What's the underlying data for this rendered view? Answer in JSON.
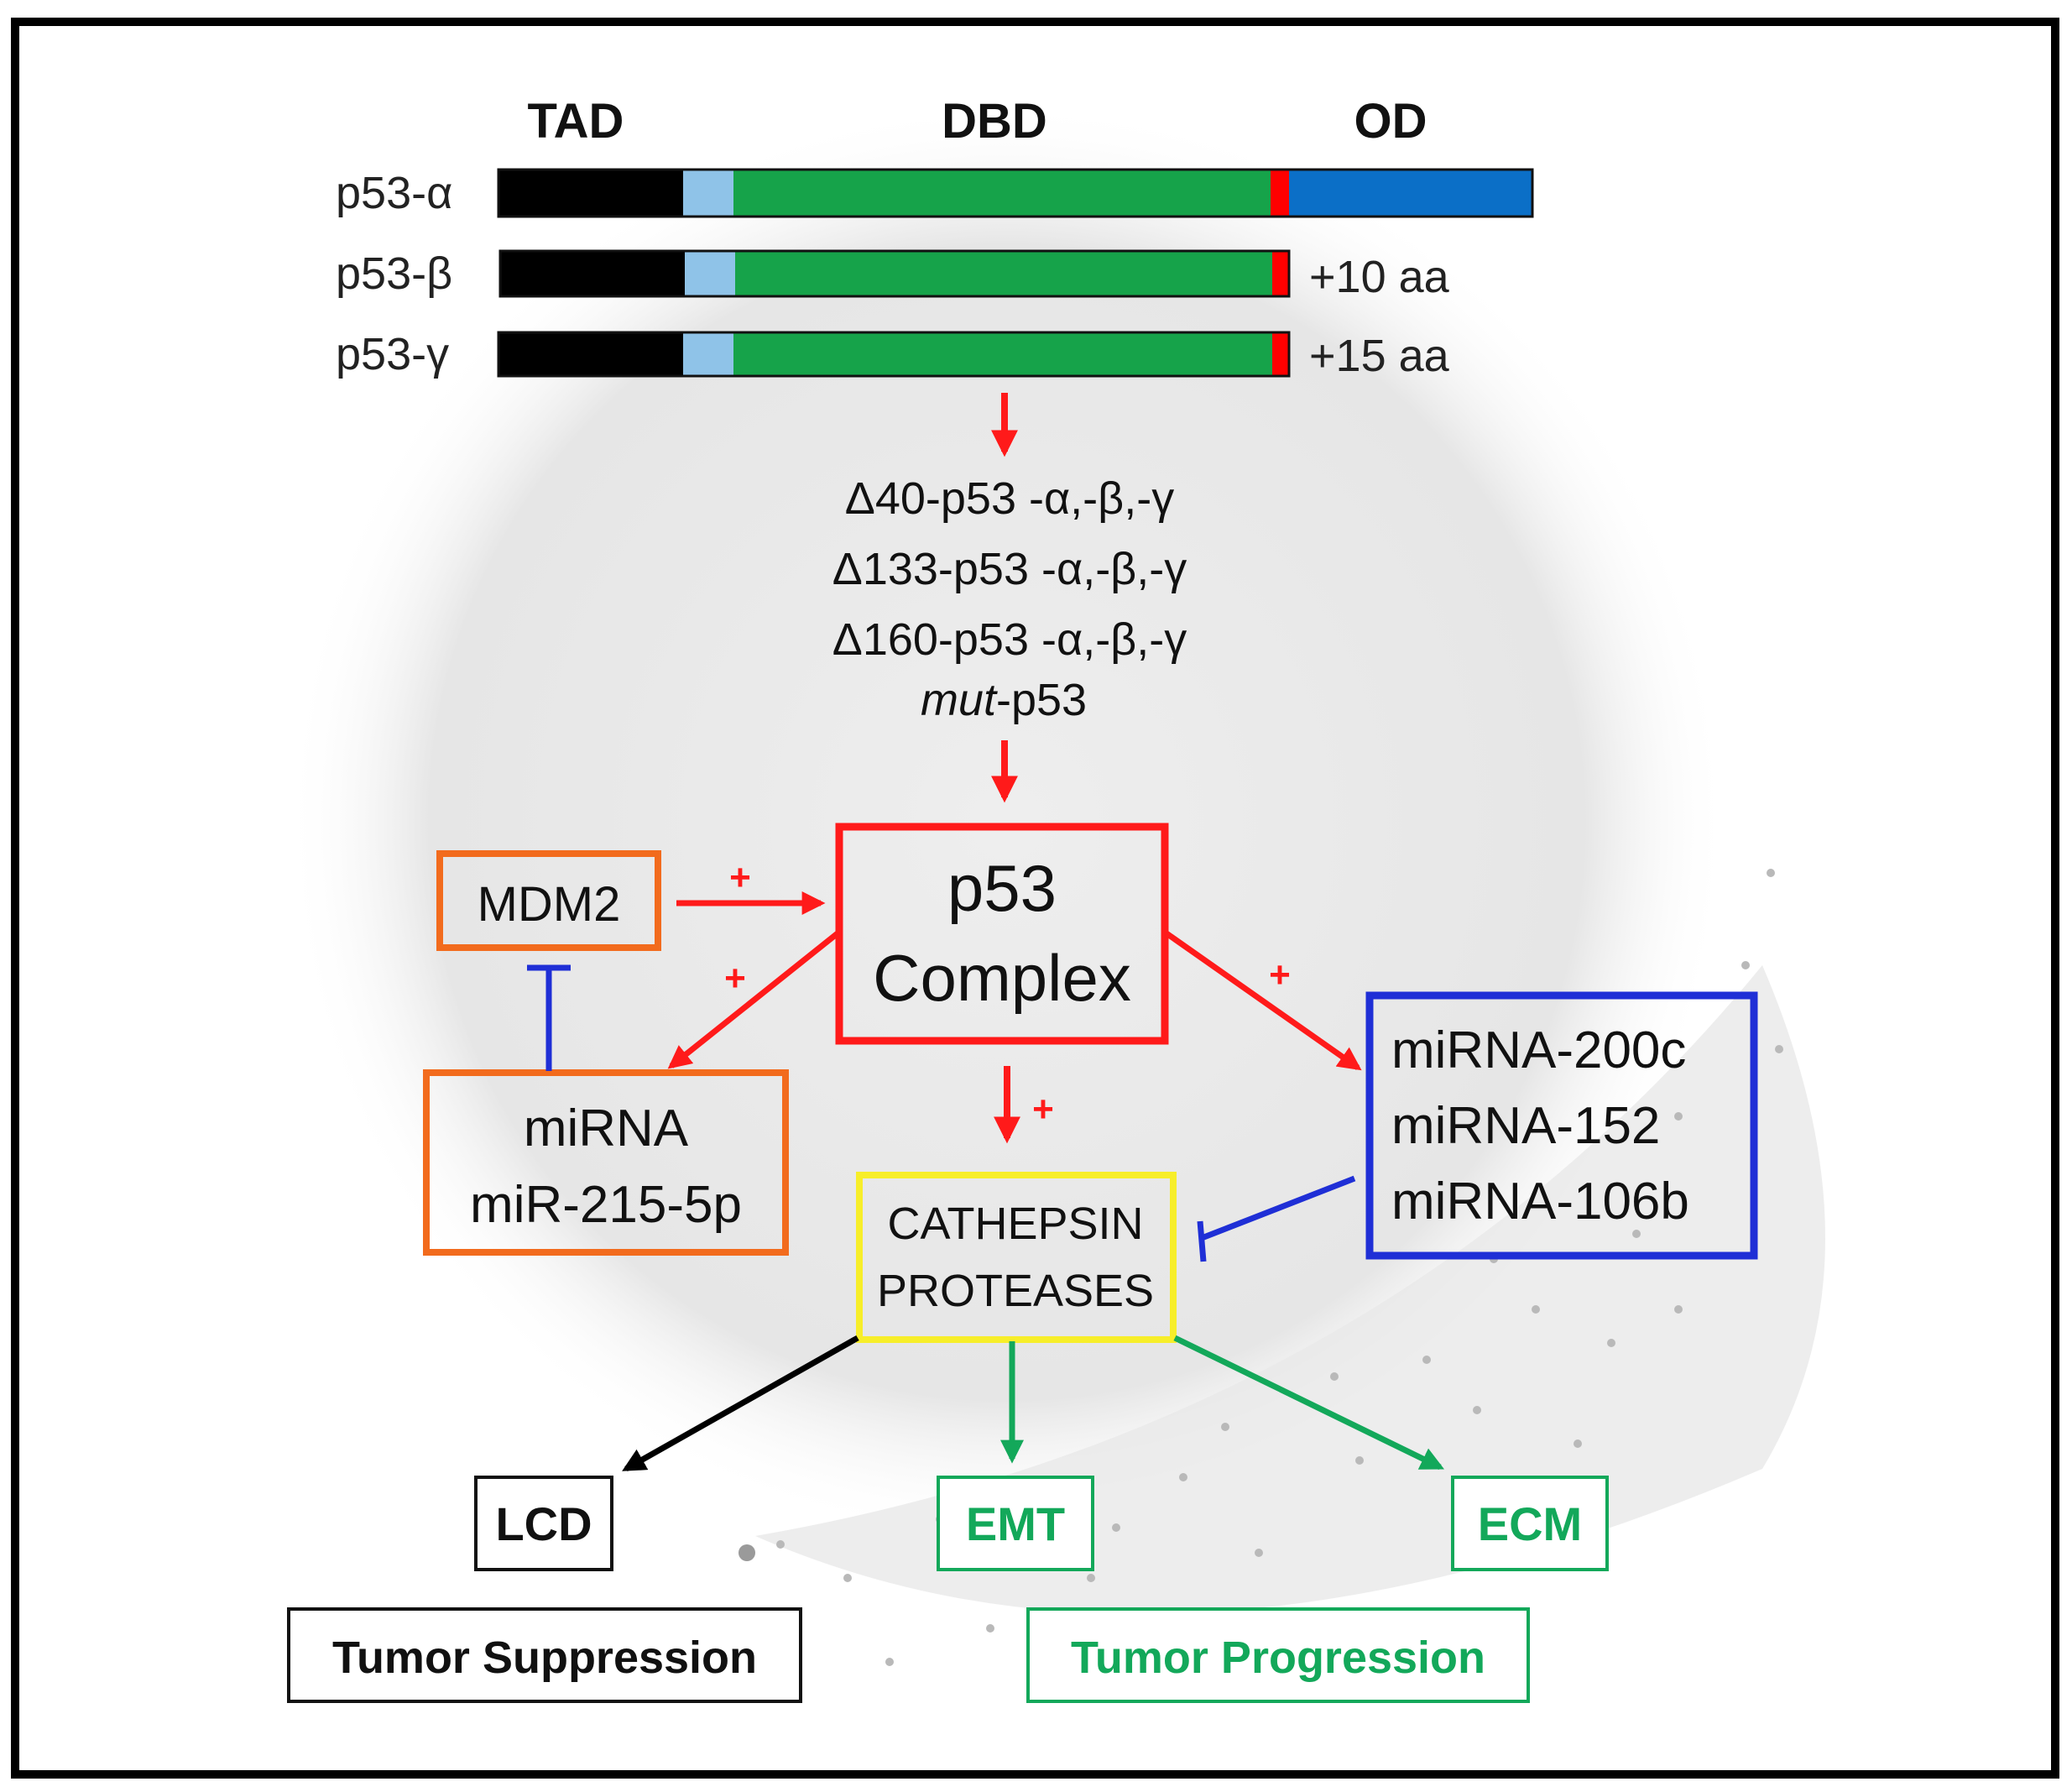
{
  "domains": {
    "tad": "TAD",
    "dbd": "DBD",
    "od": "OD"
  },
  "isoforms": [
    {
      "label": "p53-α",
      "suffix": ""
    },
    {
      "label": "p53-β",
      "suffix": "+10 aa"
    },
    {
      "label": "p53-γ",
      "suffix": "+15 aa"
    }
  ],
  "variants": [
    "Δ40-p53 -α,-β,-γ",
    "Δ133-p53 -α,-β,-γ",
    "Δ160-p53 -α,-β,-γ"
  ],
  "mutant": {
    "italic": "mut",
    "rest": "-p53"
  },
  "boxes": {
    "p53_complex": [
      "p53",
      "Complex"
    ],
    "mdm2": "MDM2",
    "mirna_left": [
      "miRNA",
      "miR-215-5p"
    ],
    "mirna_right": [
      "miRNA-200c",
      "miRNA-152",
      "miRNA-106b"
    ],
    "cathepsin": [
      "CATHEPSIN",
      "PROTEASES"
    ],
    "lcd": "LCD",
    "emt": "EMT",
    "ecm": "ECM",
    "tumor_suppression": "Tumor Suppression",
    "tumor_progression": "Tumor Progression"
  },
  "signs": {
    "plus": "+"
  },
  "colors": {
    "tad": "#000000",
    "proline": "#8fc3e8",
    "dbd": "#16a34a",
    "nls": "#ff0000",
    "od": "#0b6fc7",
    "activation": "#ff1a1a",
    "inhibition": "#1f2fd6",
    "orange": "#f26b1d",
    "yellow": "#f7ee2a",
    "green": "#13a85a",
    "frame": "#000000"
  }
}
